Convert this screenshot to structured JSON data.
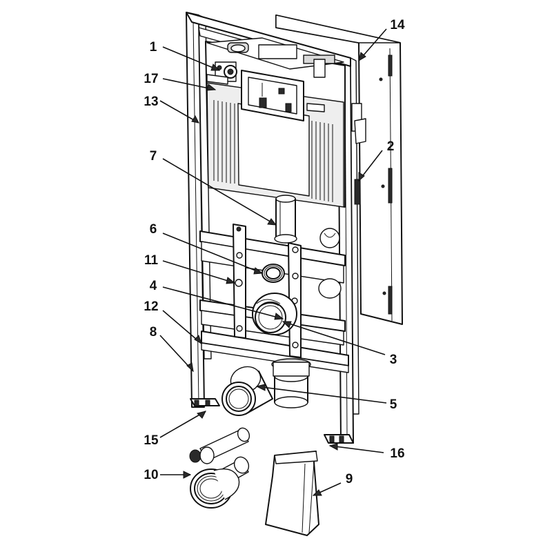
{
  "diagram": {
    "callouts": [
      {
        "id": "c1",
        "text": "1"
      },
      {
        "id": "c17",
        "text": "17"
      },
      {
        "id": "c13",
        "text": "13"
      },
      {
        "id": "c7",
        "text": "7"
      },
      {
        "id": "c6",
        "text": "6"
      },
      {
        "id": "c11",
        "text": "11"
      },
      {
        "id": "c4",
        "text": "4"
      },
      {
        "id": "c12",
        "text": "12"
      },
      {
        "id": "c8",
        "text": "8"
      },
      {
        "id": "c15",
        "text": "15"
      },
      {
        "id": "c10",
        "text": "10"
      },
      {
        "id": "c14",
        "text": "14"
      },
      {
        "id": "c2",
        "text": "2"
      },
      {
        "id": "c3",
        "text": "3"
      },
      {
        "id": "c5",
        "text": "5"
      },
      {
        "id": "c16",
        "text": "16"
      },
      {
        "id": "c9",
        "text": "9"
      }
    ]
  }
}
